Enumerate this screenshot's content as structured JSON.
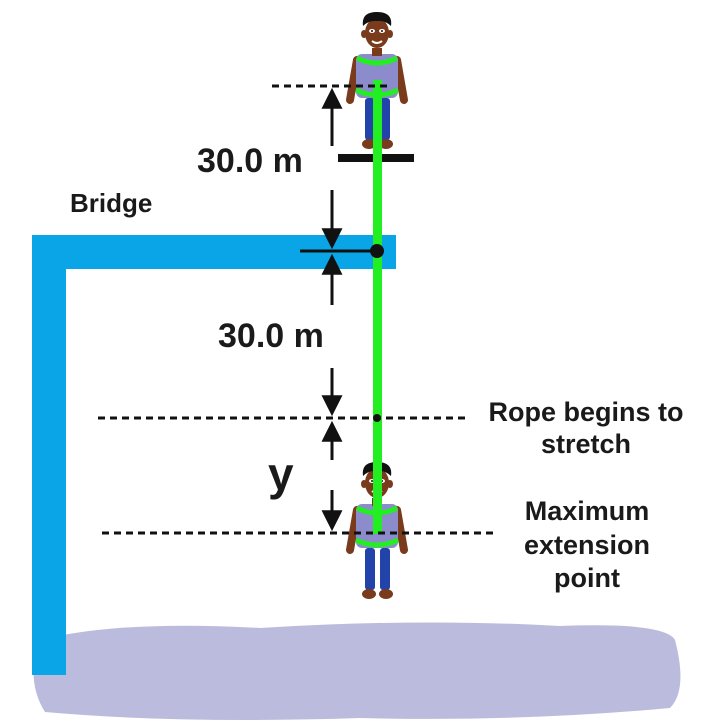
{
  "labels": {
    "bridge": "Bridge",
    "upper_distance": "30.0 m",
    "lower_distance": "30.0 m",
    "stretch_variable": "y",
    "rope_stretch_line1": "Rope begins to",
    "rope_stretch_line2": "stretch",
    "max_extension_line1": "Maximum",
    "max_extension_line2": "extension",
    "max_extension_line3": "point"
  },
  "colors": {
    "bridge": "#0aa5e6",
    "rope": "#22ee22",
    "ground": "#bbbbdd",
    "skin": "#7a3a1c",
    "shirt": "#8c8ccc",
    "pants": "#2244aa",
    "hair": "#111111"
  }
}
